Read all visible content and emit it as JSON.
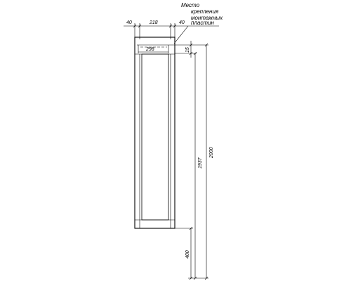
{
  "dimensions": {
    "top_left_width": "40",
    "top_middle_width": "218",
    "top_right_width": "40",
    "plate_width": "298",
    "top_offset": "15",
    "body_height": "1937",
    "total_height": "2000",
    "floor_clearance": "400"
  },
  "note": {
    "lines": [
      "Место",
      "крепления",
      "монтажных",
      "пластин"
    ]
  }
}
